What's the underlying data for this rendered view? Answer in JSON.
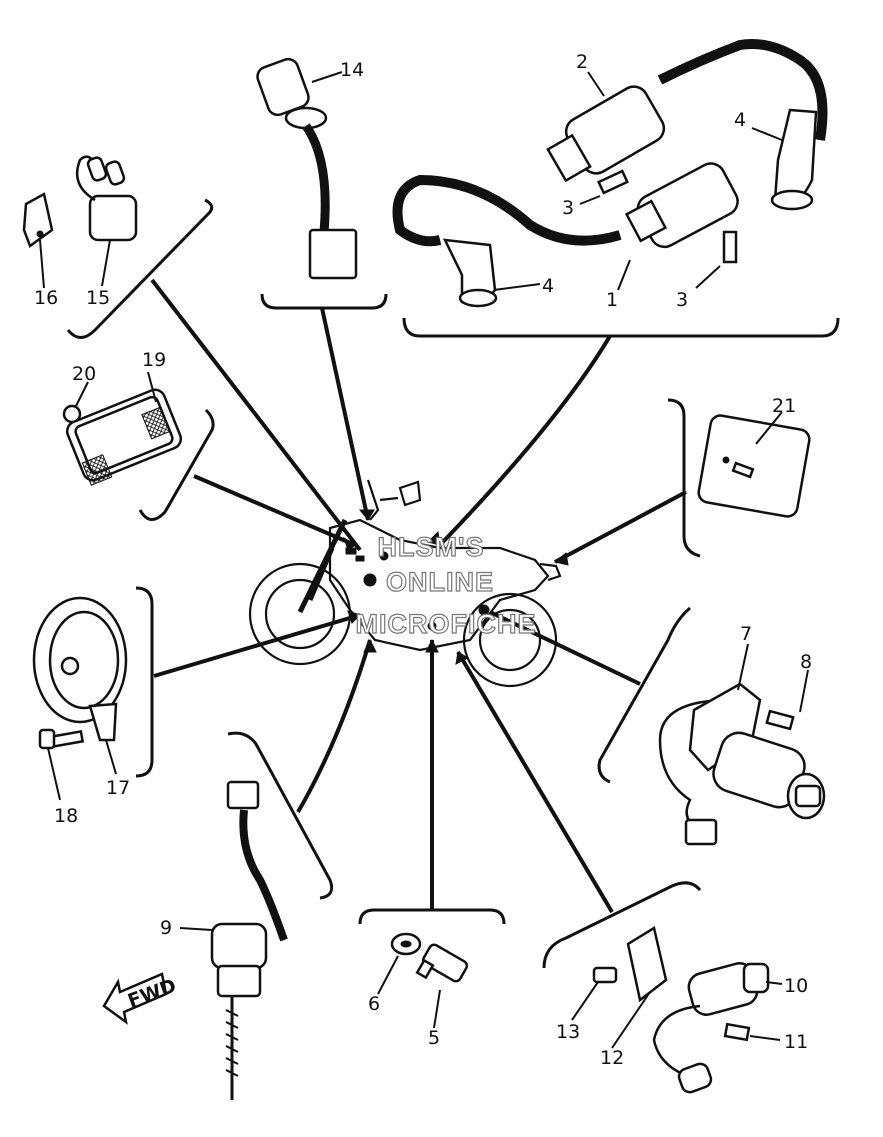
{
  "watermark": {
    "line1": "HLSM'S",
    "line2": "ONLINE",
    "line3": "MICROFICHE"
  },
  "fwd_label": "FWD",
  "callouts": {
    "c1": "1",
    "c2": "2",
    "c3a": "3",
    "c3b": "3",
    "c4a": "4",
    "c4b": "4",
    "c5": "5",
    "c6": "6",
    "c7": "7",
    "c8": "8",
    "c9": "9",
    "c10": "10",
    "c11": "11",
    "c12": "12",
    "c13": "13",
    "c14": "14",
    "c15": "15",
    "c16": "16",
    "c17": "17",
    "c18": "18",
    "c19": "19",
    "c20": "20",
    "c21": "21"
  }
}
